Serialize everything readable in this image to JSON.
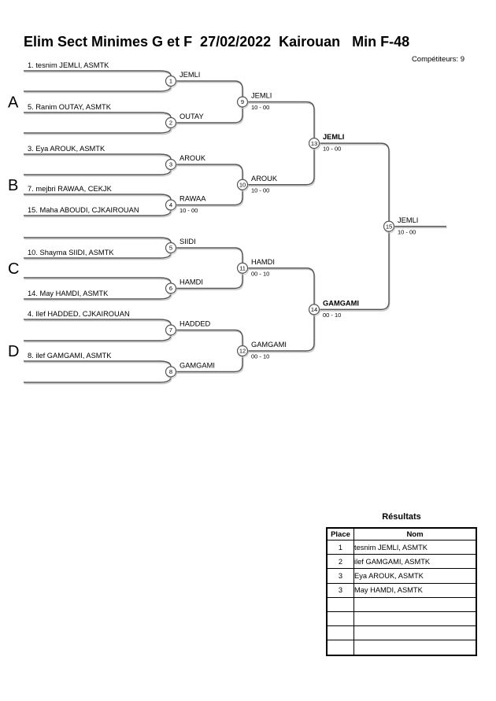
{
  "page": {
    "title": "Elim Sect Minimes G et F  27/02/2022  Kairouan   Min F-48",
    "competitors": "Compétiteurs: 9"
  },
  "bracket": {
    "groups": [
      "A",
      "B",
      "C",
      "D"
    ],
    "slots": [
      "1. tesnim JEMLI, ASMTK",
      "",
      "5. Ranim OUTAY, ASMTK",
      "",
      "3. Eya AROUK, ASMTK",
      "",
      "7. mejbri RAWAA, CEKJK",
      "15. Maha ABOUDI, CJKAIROUAN",
      "",
      "10. Shayma SIIDI, ASMTK",
      "",
      "14. May HAMDI, ASMTK",
      "4. Ilef HADDED, CJKAIROUAN",
      "",
      "8. ilef GAMGAMI, ASMTK",
      ""
    ],
    "matches": [
      {
        "n": 1,
        "winner": "JEMLI",
        "score": "",
        "bold": false
      },
      {
        "n": 2,
        "winner": "OUTAY",
        "score": "",
        "bold": false
      },
      {
        "n": 3,
        "winner": "AROUK",
        "score": "",
        "bold": false
      },
      {
        "n": 4,
        "winner": "RAWAA",
        "score": "10 - 00",
        "bold": false
      },
      {
        "n": 5,
        "winner": "SIIDI",
        "score": "",
        "bold": false
      },
      {
        "n": 6,
        "winner": "HAMDI",
        "score": "",
        "bold": false
      },
      {
        "n": 7,
        "winner": "HADDED",
        "score": "",
        "bold": false
      },
      {
        "n": 8,
        "winner": "GAMGAMI",
        "score": "",
        "bold": false
      },
      {
        "n": 9,
        "winner": "JEMLI",
        "score": "10 - 00",
        "bold": false
      },
      {
        "n": 10,
        "winner": "AROUK",
        "score": "10 - 00",
        "bold": false
      },
      {
        "n": 11,
        "winner": "HAMDI",
        "score": "00 - 10",
        "bold": false
      },
      {
        "n": 12,
        "winner": "GAMGAMI",
        "score": "00 - 10",
        "bold": false
      },
      {
        "n": 13,
        "winner": "JEMLI",
        "score": "10 - 00",
        "bold": true
      },
      {
        "n": 14,
        "winner": "GAMGAMI",
        "score": "00 - 10",
        "bold": true
      },
      {
        "n": 15,
        "winner": "JEMLI",
        "score": "10 - 00",
        "bold": false
      }
    ]
  },
  "results": {
    "title": "Résultats",
    "columns": [
      "Place",
      "Nom"
    ],
    "rows": [
      {
        "place": "1",
        "name": "tesnim JEMLI, ASMTK"
      },
      {
        "place": "2",
        "name": "ilef GAMGAMI, ASMTK"
      },
      {
        "place": "3",
        "name": "Eya AROUK, ASMTK"
      },
      {
        "place": "3",
        "name": "May HAMDI, ASMTK"
      },
      {
        "place": "",
        "name": ""
      },
      {
        "place": "",
        "name": ""
      },
      {
        "place": "",
        "name": ""
      },
      {
        "place": "",
        "name": ""
      }
    ]
  },
  "colors": {
    "line": "#565656",
    "line_shadow": "#c6c6c6",
    "text": "#000000",
    "background": "#ffffff",
    "table_border": "#000000"
  }
}
